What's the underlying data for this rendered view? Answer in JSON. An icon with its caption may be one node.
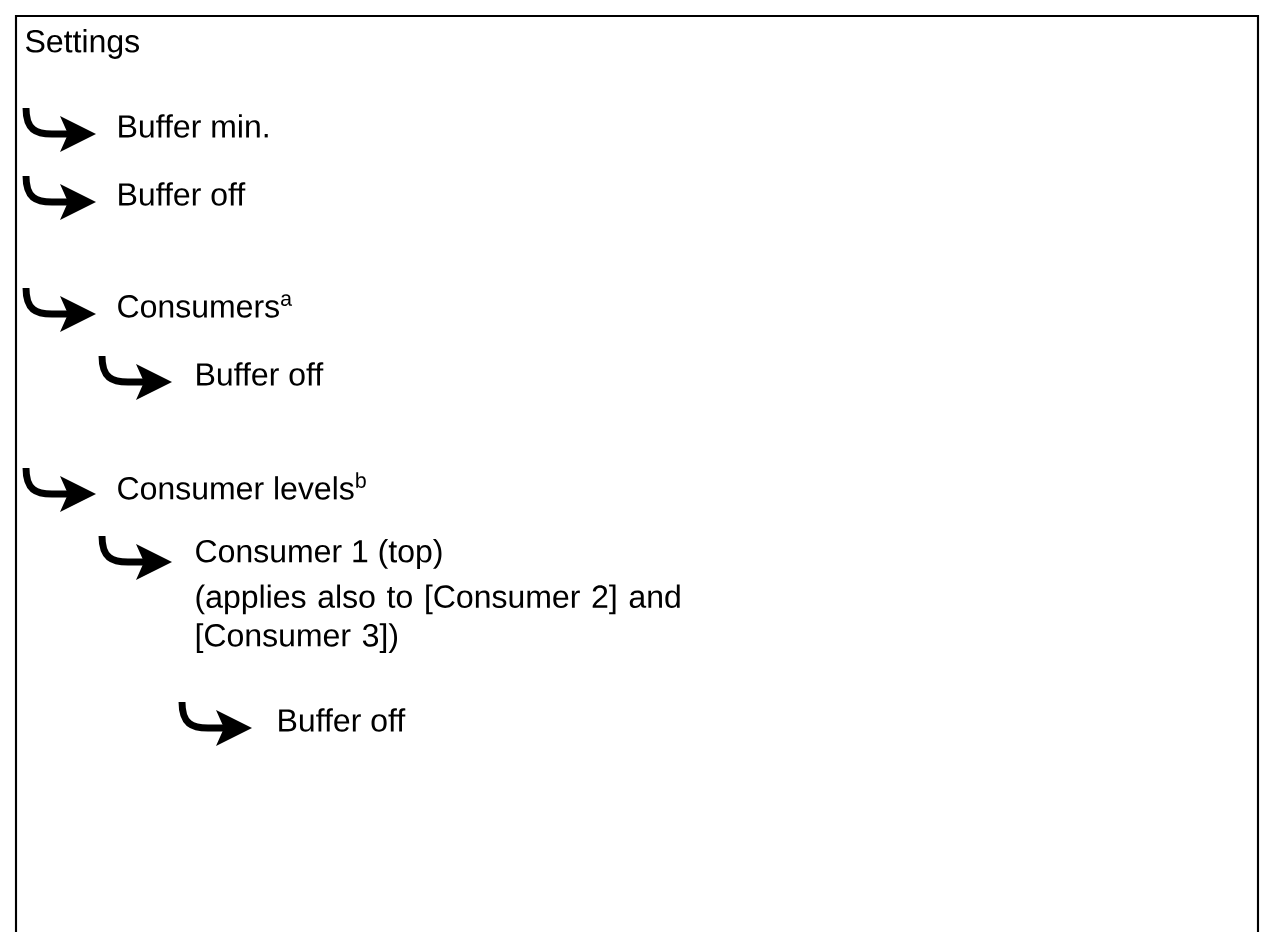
{
  "diagram": {
    "nodes": [
      {
        "text": [
          "Settings"
        ]
      }
    ],
    "labels": [
      "Buffer min.",
      "Buffer off",
      "Consumers$^{a}$",
      "Buffer off",
      "Consumer levels$^{b}$",
      "Consumer 1 (top)",
      "(applies also to [Consumer 2] and [Consumer 3])",
      "Buffer off"
    ]
  }
}
